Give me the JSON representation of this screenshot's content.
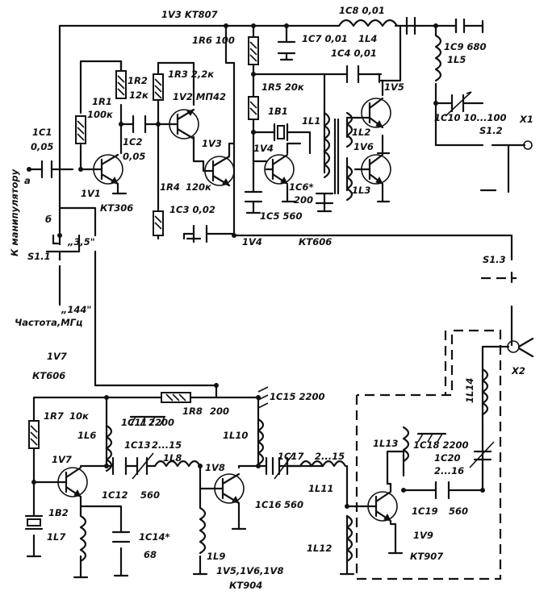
{
  "labels": {
    "t_1v3": "1V3 KT807",
    "t_1c8": "1C8 0,01",
    "t_1r6": "1R6 100",
    "t_1c7": "1C7 0,01",
    "t_1l4": "1L4",
    "t_1c4": "1C4 0,01",
    "t_1c9": "1C9 680",
    "t_1l5": "1L5",
    "t_1r1": "1R1",
    "t_1r1v": "100к",
    "t_1r2": "1R2",
    "t_1r2v": "12к",
    "t_1r3": "1R3 2,2к",
    "t_1v2": "1V2 МП42",
    "t_1r5": "1R5 20к",
    "t_1v5": "1V5",
    "t_1b1": "1B1",
    "t_1l1": "1L1",
    "t_1c10": "1C10 10...100",
    "t_x1": "X1",
    "t_s12": "S1.2",
    "t_1c1": "1C1",
    "t_1c1v": "0,05",
    "t_1c2": "1C2",
    "t_1c2v": "0,05",
    "t_1v3b": "1V3",
    "t_1l2": "1L2",
    "t_1v6": "1V6",
    "t_1v4": "1V4",
    "t_a": "а",
    "t_1v1": "1V1",
    "t_1r4": "1R4",
    "t_1r4v": "120к",
    "t_1c6": "1C6*",
    "t_1c6v": "200",
    "t_1l3": "1L3",
    "t_kt306": "КТ306",
    "t_1c3": "1C3 0,02",
    "t_1c5": "1C5 560",
    "t_manip": "К манипулятору",
    "t_b": "б",
    "t_35": "„3,5\"",
    "t_1v4b": "1V4",
    "t_kt606": "КТ606",
    "t_s11": "S1.1",
    "t_s13": "S1.3",
    "t_144": "„144\"",
    "t_freq": "Частота,МГц",
    "t_1v7": "1V7",
    "t_kt606b": "КТ606",
    "t_x2": "X2",
    "t_1r8": "1R8",
    "t_1r8v": "200",
    "t_1c15": "1C15 2200",
    "t_1r7": "1R7",
    "t_1r7v": "10к",
    "t_1c11": "1C11",
    "t_1c11v": "2200",
    "t_1l14": "1L14",
    "t_1l6": "1L6",
    "t_1l10": "1L10",
    "t_1l13": "1L13",
    "t_1c18": "1C18 2200",
    "t_1c13": "1C13",
    "t_1c13v": "2...15",
    "t_1l8": "1L8",
    "t_1c20": "1C20",
    "t_1c20v": "2...16",
    "t_1c17": "1C17",
    "t_1c17v": "2...15",
    "t_1v7b": "1V7",
    "t_1c12": "1C12",
    "t_1c12v": "560",
    "t_1v8": "1V8",
    "t_1l11": "1L11",
    "t_1c16": "1C16",
    "t_1c16v": "560",
    "t_1c19": "1C19",
    "t_1c19v": "560",
    "t_1b2": "1B2",
    "t_1l7": "1L7",
    "t_1c14": "1C14*",
    "t_1c14v": "68",
    "t_1l12": "1L12",
    "t_1v9": "1V9",
    "t_1l9": "1L9",
    "t_kt907": "КТ907",
    "t_1v568": "1V5,1V6,1V8",
    "t_kt904": "КТ904"
  }
}
